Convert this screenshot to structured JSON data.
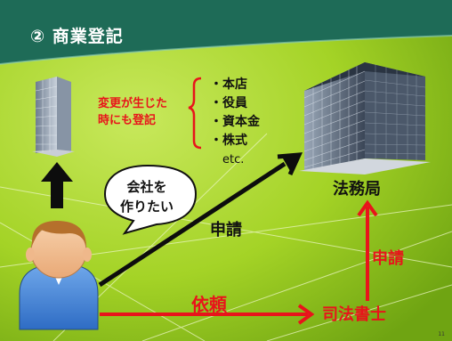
{
  "title": "② 商業登記",
  "change_note": [
    "変更が生じた",
    "時にも登記"
  ],
  "registration_items": [
    "・本店",
    "・役員",
    "・資本金",
    "・株式"
  ],
  "items_more": "etc.",
  "speech_bubble": [
    "会社を",
    "作りたい"
  ],
  "labels": {
    "legal_bureau": "法務局",
    "apply_center": "申請",
    "apply_right": "申請",
    "request": "依頼",
    "judicial_scrivener": "司法書士"
  },
  "page_number": "11",
  "colors": {
    "title_bar": "#1e6b57",
    "background": "#9ccc1e",
    "accent_red": "#e8141b",
    "arrow_black": "#111111"
  },
  "icons": [
    "small-building-icon",
    "large-building-icon",
    "person-icon",
    "up-arrow-icon"
  ]
}
